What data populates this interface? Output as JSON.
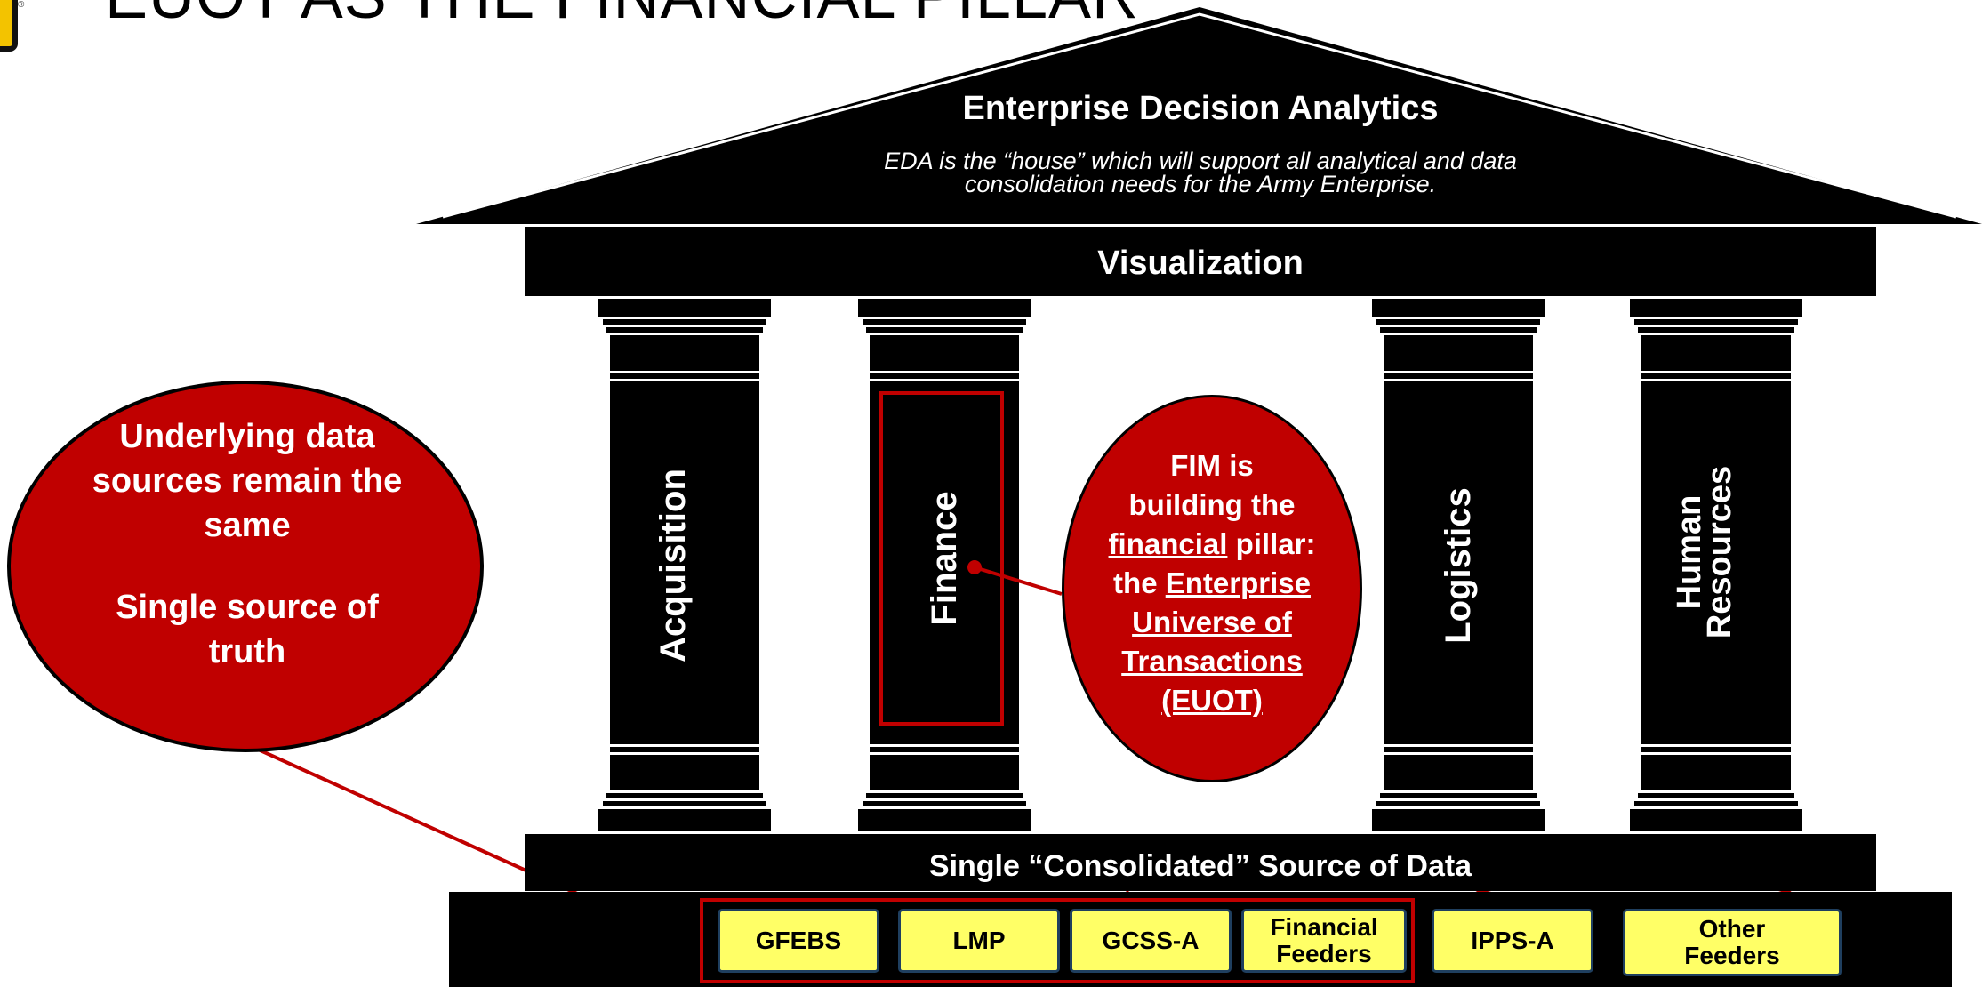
{
  "header": {
    "title": "EUOT AS THE FINANCIAL PILLAR"
  },
  "roof": {
    "title": "Enterprise Decision Analytics",
    "subtitle_line1": "EDA is the “house” which will support all analytical and data",
    "subtitle_line2": "consolidation needs for the Army Enterprise."
  },
  "visualization": {
    "label": "Visualization"
  },
  "pillars": [
    {
      "label": "Acquisition"
    },
    {
      "label": "Finance"
    },
    {
      "label": "Logistics"
    },
    {
      "label": "Human Resources",
      "line1": "Human",
      "line2": "Resources"
    }
  ],
  "consolidated": {
    "label": "Single “Consolidated” Source of Data"
  },
  "left_callout": {
    "line1": "Underlying data",
    "line2": "sources remain the",
    "line3": "same",
    "line4": "Single source of",
    "line5": "truth"
  },
  "fim_callout": {
    "line1": "FIM is",
    "line2": "building the",
    "line3a": "financial",
    "line3b": " pillar:",
    "line4a": "the ",
    "line4b": "Enterprise",
    "line5": "Universe of",
    "line6": "Transactions",
    "line7": "(EUOT)"
  },
  "sources": {
    "gfebs": "GFEBS",
    "lmp": "LMP",
    "gcss": "GCSS-A",
    "fin_feeders_1": "Financial",
    "fin_feeders_2": "Feeders",
    "ipps": "IPPS-A",
    "other_1": "Other",
    "other_2": "Feeders"
  },
  "colors": {
    "accent_red": "#c00000",
    "box_yellow": "#ffff66",
    "box_border": "#1f3f5f",
    "structure": "#000000"
  }
}
